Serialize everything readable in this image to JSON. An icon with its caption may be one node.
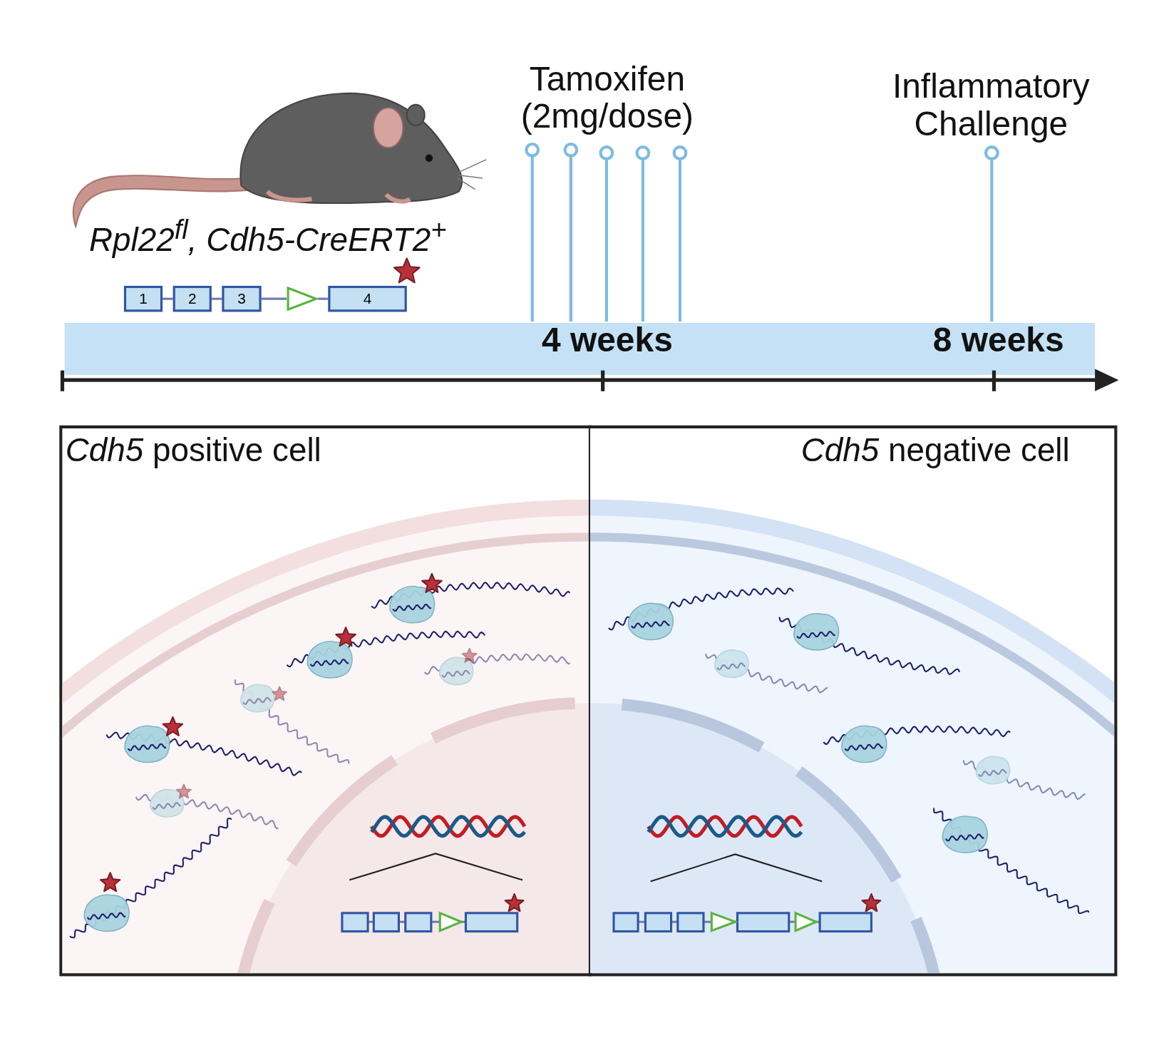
{
  "diagram": {
    "nodes": [
      {
        "text": [
          "1"
        ]
      },
      {
        "text": [
          "2"
        ]
      },
      {
        "text": [
          "3"
        ]
      },
      {
        "text": [
          "4"
        ]
      },
      {
        "text": [],
        "shape": "triangle"
      },
      {
        "text": [
          "*Cdh5* positive cell"
        ]
      },
      {
        "text": [
          "*Cdh5* negative cell"
        ]
      }
    ],
    "edges": [
      {
        "from": 0,
        "to": 1,
        "arrow": "none"
      },
      {
        "from": 1,
        "to": 2,
        "arrow": "none"
      },
      {
        "from": 2,
        "to": 4,
        "arrow": "none"
      },
      {
        "from": 4,
        "to": 3,
        "arrow": "none"
      }
    ],
    "labels": [
      "Rpl22$^{fl}$, Cdh5-CreERT2$^{+}$",
      "Tamoxifen (2mg/dose)",
      "Inflammatory Challenge",
      "4 weeks",
      "8 weeks"
    ]
  }
}
